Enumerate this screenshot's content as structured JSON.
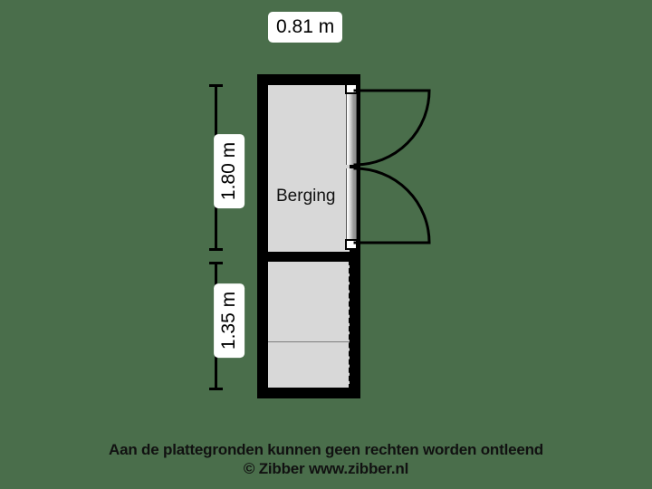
{
  "background_color": "#4a6e4b",
  "wall_color": "#000000",
  "room_fill_color": "#d8d8d8",
  "label_pill_color": "#ffffff",
  "dimensions": {
    "top_width": "0.81 m",
    "left_upper": "1.80 m",
    "left_lower": "1.35 m"
  },
  "rooms": [
    {
      "name": "berging",
      "label": "Berging"
    }
  ],
  "door": {
    "type": "double-door-swing",
    "leaf_count": 2
  },
  "footer": {
    "line1": "Aan de plattegronden kunnen geen rechten worden ontleend",
    "line2": "© Zibber www.zibber.nl"
  }
}
